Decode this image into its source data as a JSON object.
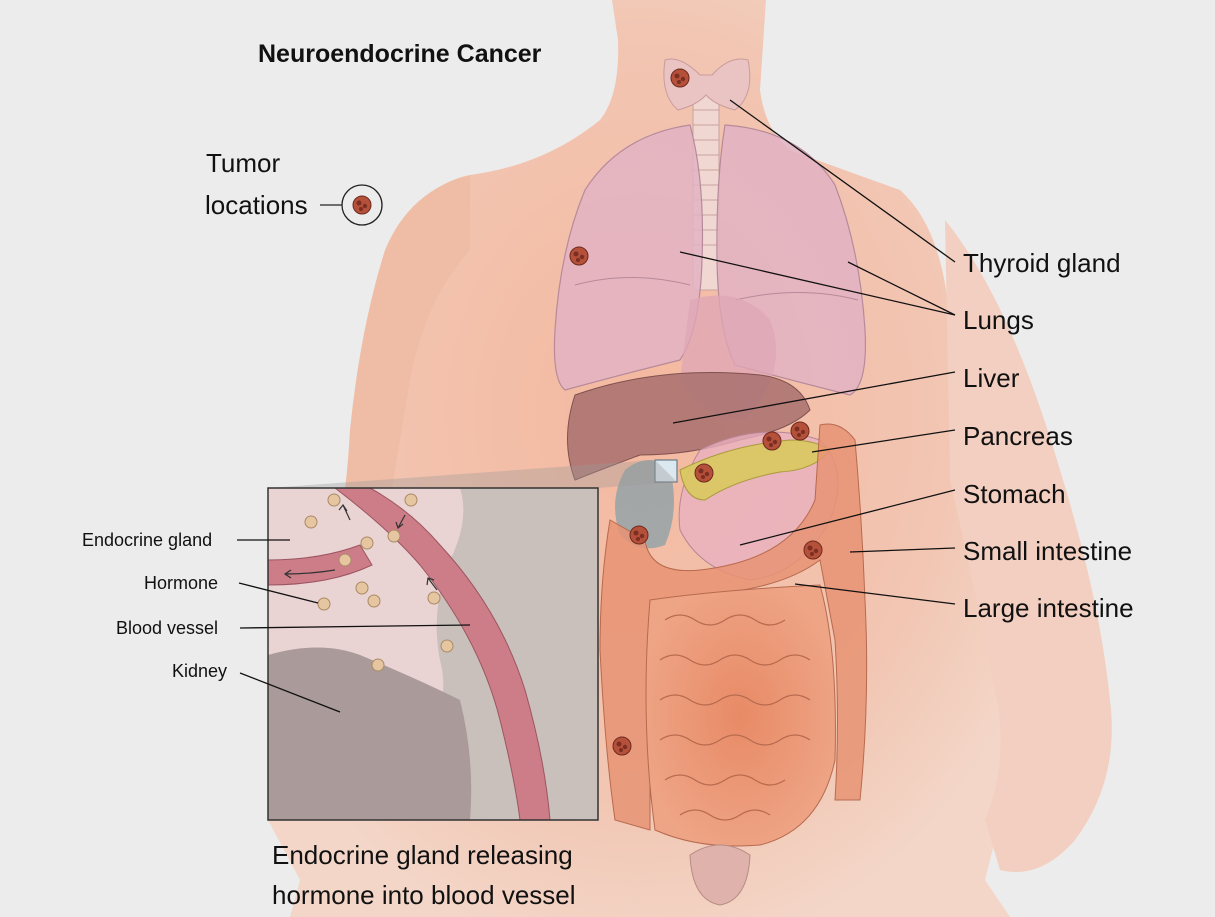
{
  "title": "Neuroendocrine Cancer",
  "legend": {
    "line1": "Tumor",
    "line2": "locations"
  },
  "organ_labels": {
    "thyroid": "Thyroid gland",
    "lungs": "Lungs",
    "liver": "Liver",
    "pancreas": "Pancreas",
    "stomach": "Stomach",
    "small_intestine": "Small intestine",
    "large_intestine": "Large intestine"
  },
  "inset_labels": {
    "endocrine_gland": "Endocrine gland",
    "hormone": "Hormone",
    "blood_vessel": "Blood vessel",
    "kidney": "Kidney"
  },
  "caption": {
    "line1": "Endocrine gland releasing",
    "line2": "hormone into blood vessel"
  },
  "colors": {
    "skin": "#f2c2ac",
    "lung": "#e2b3c3",
    "liver": "#a8706f",
    "intestine": "#e79373",
    "vessel": "#cc7d88",
    "tumor": "#b5503a"
  },
  "icons": {
    "tumor": "tumor-icon"
  }
}
